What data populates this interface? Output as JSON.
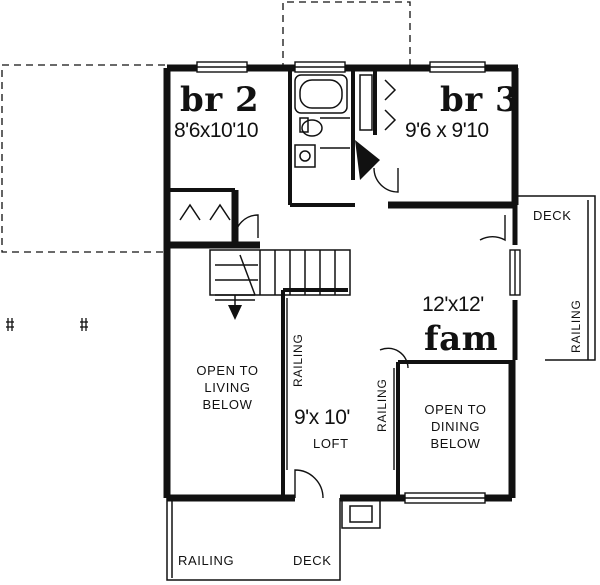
{
  "rooms": {
    "br2": {
      "name": "br 2",
      "size": "8'6x10'10"
    },
    "br3": {
      "name": "br 3",
      "size": "9'6 x 9'10"
    },
    "fam": {
      "name": "fam",
      "size": "12'x12'"
    },
    "loft": {
      "name": "LOFT",
      "size": "9'x 10'"
    }
  },
  "open_living": [
    "OPEN TO",
    "LIVING",
    "BELOW"
  ],
  "open_dining": [
    "OPEN TO",
    "DINING",
    "BELOW"
  ],
  "labels": {
    "deck_right": "DECK",
    "deck_bottom": "DECK",
    "railing": "RAILING"
  }
}
